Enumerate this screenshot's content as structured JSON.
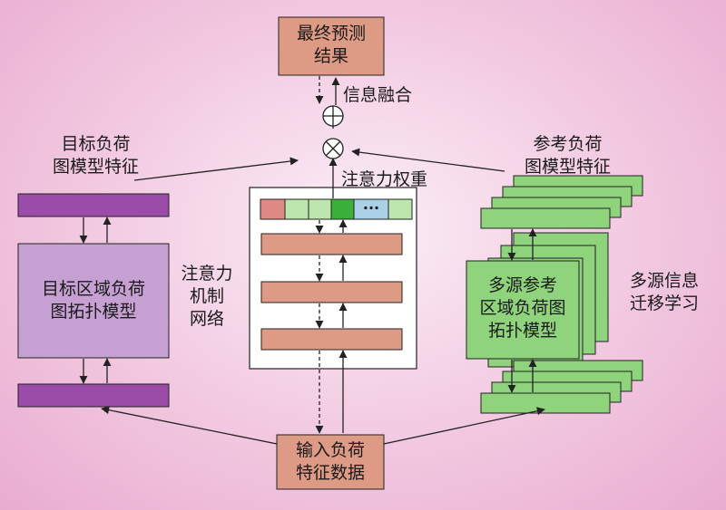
{
  "labels": {
    "final_result_line1": "最终预测",
    "final_result_line2": "结果",
    "info_fusion": "信息融合",
    "attention_weight": "注意力权重",
    "target_feature_line1": "目标负荷",
    "target_feature_line2": "图模型特征",
    "ref_feature_line1": "参考负荷",
    "ref_feature_line2": "图模型特征",
    "target_topology_line1": "目标区域负荷",
    "target_topology_line2": "图拓扑模型",
    "attention_network_line1": "注意力",
    "attention_network_line2": "机制",
    "attention_network_line3": "网络",
    "multi_source_topology_line1": "多源参考",
    "multi_source_topology_line2": "区域负荷图",
    "multi_source_topology_line3": "拓扑模型",
    "multi_source_transfer_line1": "多源信息",
    "multi_source_transfer_line2": "迁移学习",
    "input_line1": "输入负荷",
    "input_line2": "特征数据",
    "ellipsis": "···"
  },
  "colors": {
    "purple": "#9a4ca8",
    "light_purple": "#c7a0d3",
    "green": "#8fd37c",
    "dark_green": "#3ab03a",
    "light_green": "#bde6ae",
    "salmon": "#dd9a84",
    "pink": "#e08a86",
    "light_blue": "#a9d0e6",
    "background": "#f2c8e0"
  }
}
